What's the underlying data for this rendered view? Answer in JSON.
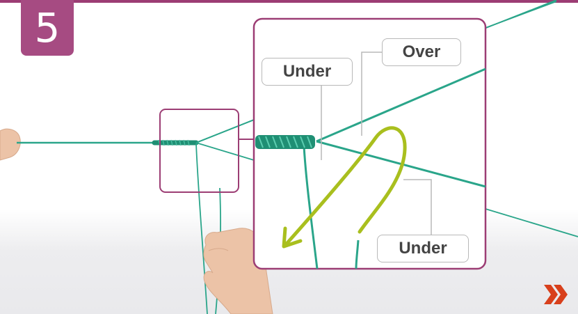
{
  "step": {
    "number": "5"
  },
  "labels": {
    "under_top": "Under",
    "over": "Over",
    "under_bottom": "Under"
  },
  "icons": {
    "next": "double-chevron-right-icon",
    "arrow": "curved-arrow-icon"
  },
  "colors": {
    "accent": "#9c3d74",
    "cord": "#2aa58a",
    "arrow": "#a9bf1e",
    "label_border": "#b8b8b8",
    "next_icon": "#d8401c"
  }
}
